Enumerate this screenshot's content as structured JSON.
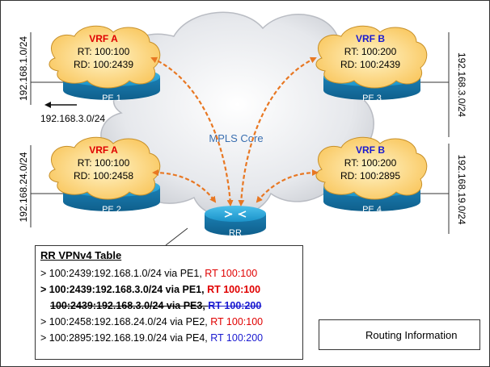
{
  "core": {
    "label": "MPLS Core"
  },
  "routers": [
    {
      "id": "pe1",
      "label": "PE 1",
      "vrf": "VRF A",
      "rt": "RT: 100:100",
      "rd": "RD: 100:2439",
      "vrf_color": "#e00000"
    },
    {
      "id": "pe2",
      "label": "PE 2",
      "vrf": "VRF A",
      "rt": "RT: 100:100",
      "rd": "RD: 100:2458",
      "vrf_color": "#e00000"
    },
    {
      "id": "pe3",
      "label": "PE 3",
      "vrf": "VRF B",
      "rt": "RT: 100:200",
      "rd": "RD: 100:2439",
      "vrf_color": "#1a1ad0"
    },
    {
      "id": "pe4",
      "label": "PE 4",
      "vrf": "VRF B",
      "rt": "RT: 100:200",
      "rd": "RD: 100:2895",
      "vrf_color": "#1a1ad0"
    }
  ],
  "rr": {
    "label": "RR"
  },
  "subnets": {
    "pe1": "192.168.1.0/24",
    "pe2": "192.168.24.0/24",
    "pe3": "192.168.3.0/24",
    "pe4": "192.168.19.0/24",
    "pe1_extra": "192.168.3.0/24"
  },
  "table": {
    "title": "RR VPNv4 Table",
    "rows": [
      {
        "text": "> 100:2439:192.168.1.0/24 via PE1, ",
        "rt": "RT 100:100",
        "rt_color": "#e00000",
        "style": "normal"
      },
      {
        "text": "> 100:2439:192.168.3.0/24 via PE1, ",
        "rt": "RT 100:100",
        "rt_color": "#e00000",
        "style": "bold"
      },
      {
        "text": "100:2439:192.168.3.0/24 via PE3, ",
        "rt": "RT 100:200",
        "rt_color": "#1a1ad0",
        "style": "strike"
      },
      {
        "text": "> 100:2458:192.168.24.0/24 via PE2, ",
        "rt": "RT 100:100",
        "rt_color": "#e00000",
        "style": "normal"
      },
      {
        "text": "> 100:2895:192.168.19.0/24 via PE4, ",
        "rt": "RT 100:200",
        "rt_color": "#1a1ad0",
        "style": "normal"
      }
    ]
  },
  "legend": {
    "label": "Routing Information",
    "arrow_color": "#e87722"
  },
  "colors": {
    "router_fill": "#1b8fc4",
    "router_top": "#2aa8dc",
    "cloud": "#e4e6ea",
    "vrf_cloud": "#fcd57a",
    "arrow": "#e87722"
  }
}
